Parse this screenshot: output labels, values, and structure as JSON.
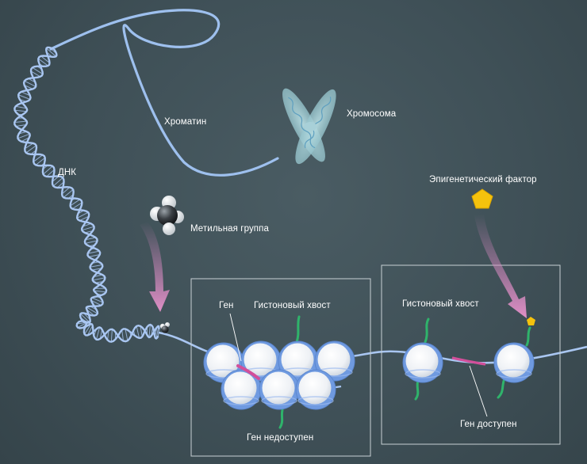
{
  "labels": {
    "chromatin": "Хроматин",
    "chromosome": "Хромосома",
    "dna": "ДНК",
    "methyl_group": "Метильная группа",
    "epigenetic_factor": "Эпигенетический фактор",
    "gene": "Ген",
    "histone_tail_left": "Гистоновый хвост",
    "histone_tail_right": "Гистоновый хвост",
    "gene_inaccessible": "Ген недоступен",
    "gene_accessible": "Ген доступен"
  },
  "colors": {
    "background": "#3f5057",
    "dna_strand": "#a9c6f1",
    "histone_body": "#f3f5f8",
    "histone_ring": "#6f9ae0",
    "histone_tail": "#2fb36b",
    "gene_segment": "#d24f9a",
    "epigenetic_factor": "#f5c20d",
    "arrow_gradient_end": "#d387c0",
    "frame": "#c8d0d4"
  }
}
